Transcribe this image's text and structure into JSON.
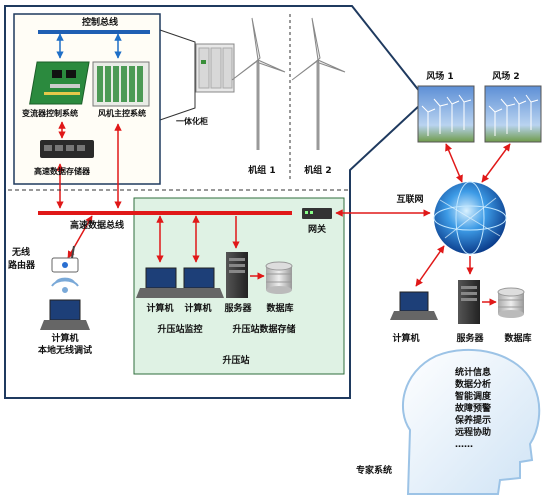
{
  "labels": {
    "control_bus": "控制总线",
    "converter_ctrl": "变流器控制系统",
    "turbine_main_ctrl": "风机主控系统",
    "integrated_cabinet": "一体化柜",
    "hs_storage": "高速数据存储器",
    "unit1": "机组 1",
    "unit2": "机组 2",
    "hs_bus": "高速数据总线",
    "gateway": "网关",
    "wireless_router_1": "无线",
    "wireless_router_2": "路由器",
    "local_pc_1": "计算机",
    "local_pc_2": "本地无线调试",
    "sub_pc1": "计算机",
    "sub_pc2": "计算机",
    "sub_server": "服务器",
    "sub_db": "数据库",
    "sub_monitor": "升压站监控",
    "sub_storage": "升压站数据存储",
    "substation": "升压站",
    "internet": "互联网",
    "wind_farm1": "风场 1",
    "wind_farm2": "风场 2",
    "remote_pc": "计算机",
    "remote_server": "服务器",
    "remote_db": "数据库",
    "expert_system": "专家系统"
  },
  "expert_items": [
    "统计信息",
    "数据分析",
    "智能调度",
    "故障预警",
    "保养提示",
    "远程协助",
    "……"
  ],
  "colors": {
    "frame": "#1f3a5f",
    "bus": "#e01818",
    "control_bus": "#1f5fb3",
    "substation_fill": "#dff2e4",
    "substation_border": "#2f6e3c",
    "left_panel_fill": "#f4eedd",
    "arrow_red": "#e01818",
    "arrow_blue": "#1f6fc7"
  }
}
